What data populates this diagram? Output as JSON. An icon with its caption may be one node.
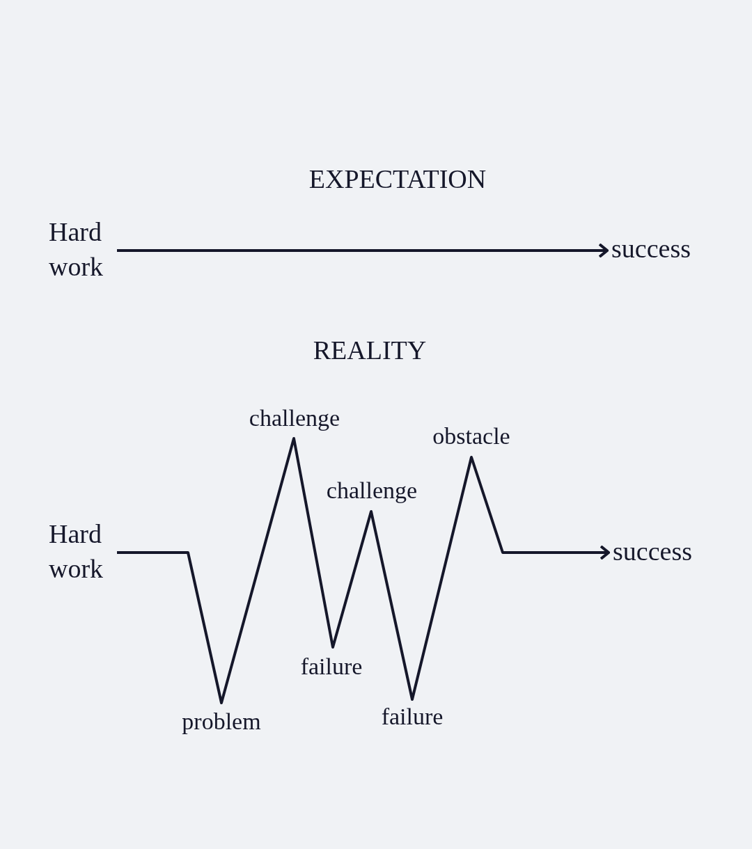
{
  "diagram": {
    "nodes": [
      {
        "text": [
          "Hard work"
        ]
      },
      {
        "text": [
          "success"
        ]
      },
      {
        "text": [
          "Hard work"
        ]
      },
      {
        "text": [
          "success"
        ]
      }
    ],
    "edges": [
      {
        "from": 0,
        "to": 1,
        "arrow": "to"
      },
      {
        "from": 2,
        "to": 3,
        "arrow": "to"
      }
    ],
    "labels": [
      "EXPECTATION",
      "REALITY",
      "challenge",
      "obstacle",
      "challenge",
      "failure",
      "failure",
      "problem"
    ]
  }
}
